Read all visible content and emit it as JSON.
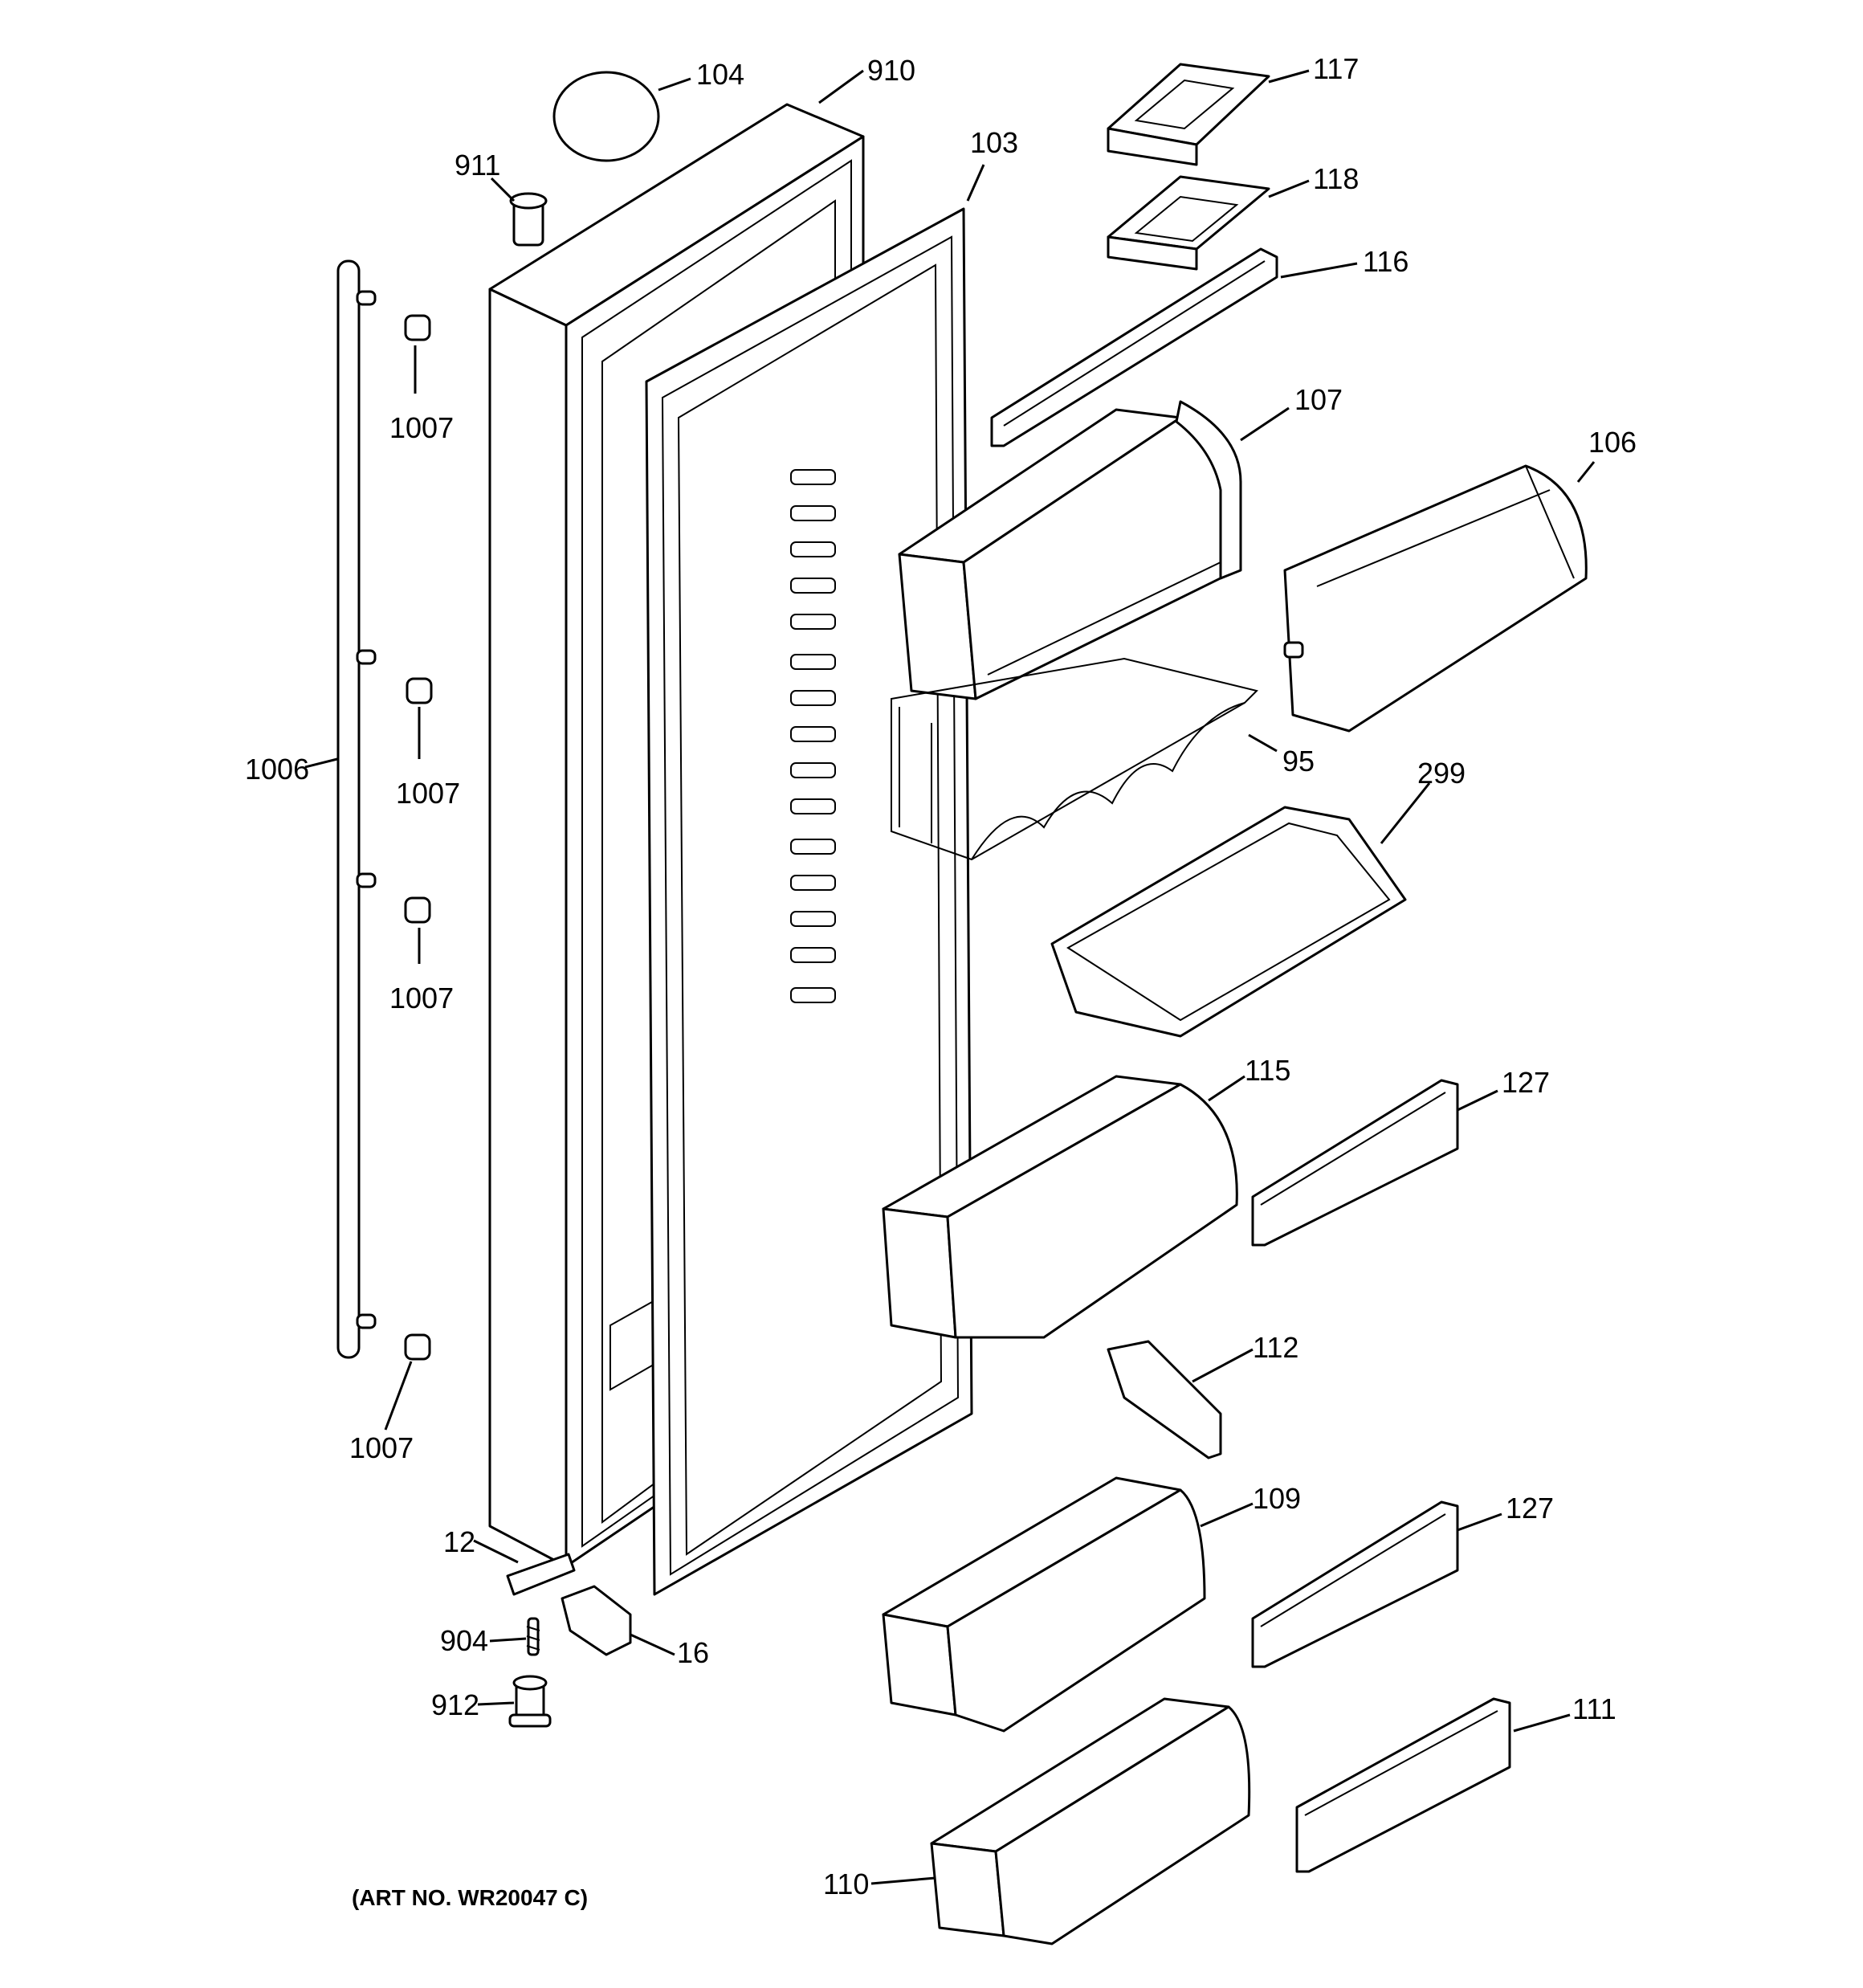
{
  "diagram": {
    "art_number": "(ART NO. WR20047 C)",
    "callouts": {
      "c104": "104",
      "c910": "910",
      "c911": "911",
      "c103": "103",
      "c117": "117",
      "c118": "118",
      "c116": "116",
      "c107": "107",
      "c106": "106",
      "c1007a": "1007",
      "c1006": "1006",
      "c1007b": "1007",
      "c95": "95",
      "c299": "299",
      "c1007c": "1007",
      "c115": "115",
      "c127a": "127",
      "c112": "112",
      "c1007d": "1007",
      "c109": "109",
      "c127b": "127",
      "c12": "12",
      "c904": "904",
      "c16": "16",
      "c912": "912",
      "c111": "111",
      "c110": "110"
    }
  }
}
